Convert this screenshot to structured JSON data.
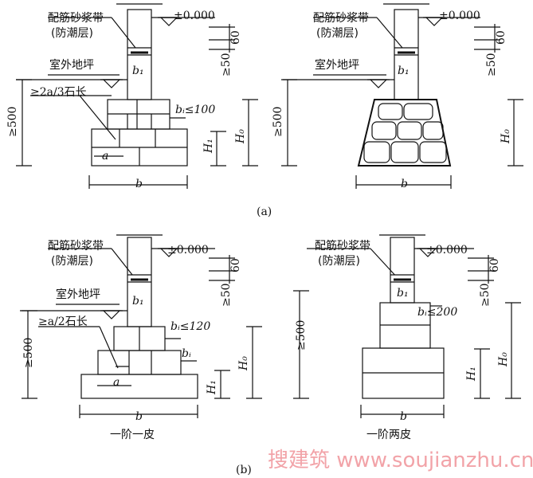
{
  "labels": {
    "mortar_band": "配筋砂浆带",
    "damp_course": "(防潮层)",
    "elevation": "±0.000",
    "outdoor_grade": "室外地坪",
    "dim_60": "60",
    "dim_ge50": "≥50",
    "dim_ge500": "≥500",
    "b": "b",
    "b1": "b₁",
    "a": "a",
    "H0": "H₀",
    "H1": "H₁",
    "bi_le100": "bᵢ≤100",
    "bi_le120": "bᵢ≤120",
    "bi_le200": "bᵢ≤200",
    "bi": "bᵢ",
    "stone_len_a": "≥2a/3石长",
    "stone_len_b": "≥a/2石长"
  },
  "captions": {
    "a": "(a)",
    "b": "(b)",
    "one_step_one_course": "一阶一皮",
    "one_step_two_courses": "一阶两皮"
  },
  "watermark": "搜建筑 www.soujianzhu.cn"
}
